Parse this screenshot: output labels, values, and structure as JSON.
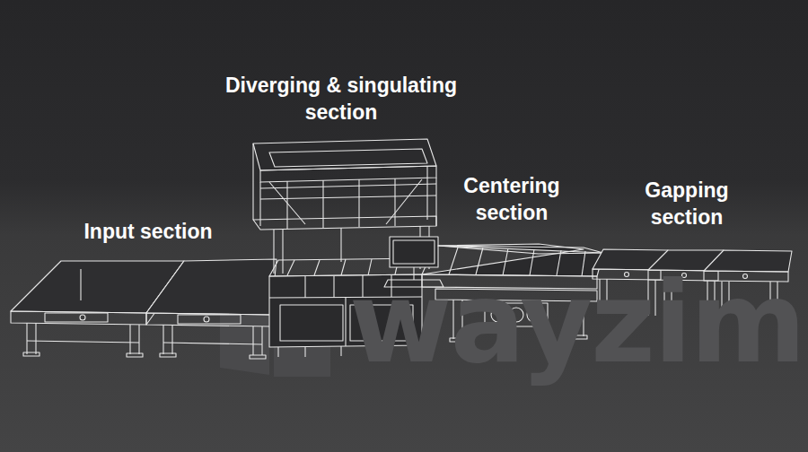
{
  "diagram": {
    "labels": [
      "Diverging & singulating section",
      "Input section",
      "Centering section",
      "Gapping section",
      "wayzim"
    ]
  }
}
